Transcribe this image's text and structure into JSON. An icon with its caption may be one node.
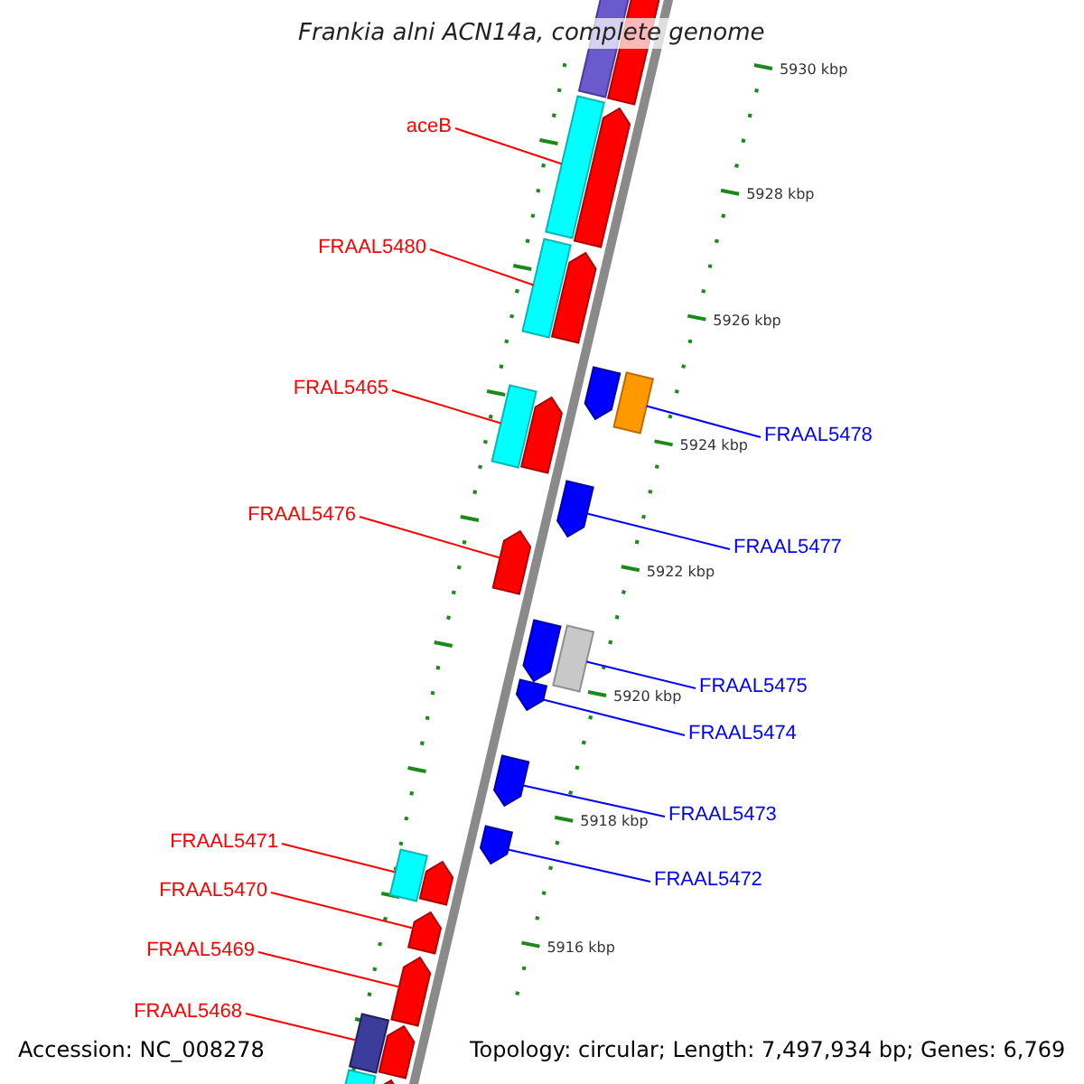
{
  "diagram": {
    "title": "Frankia alni ACN14a, complete genome",
    "nodes": [
      {
        "text": [
          "aceB"
        ]
      },
      {
        "text": [
          "FRAAL5480"
        ]
      },
      {
        "text": [
          "FRAL5465"
        ]
      },
      {
        "text": [
          "FRAAL5476"
        ]
      },
      {
        "text": [
          "FRAAL5471"
        ]
      },
      {
        "text": [
          "FRAAL5470"
        ]
      },
      {
        "text": [
          "FRAAL5469"
        ]
      },
      {
        "text": [
          "FRAAL5468"
        ]
      },
      {
        "text": [
          "FRAAL5478"
        ]
      },
      {
        "text": [
          "FRAAL5477"
        ]
      },
      {
        "text": [
          "FRAAL5475"
        ]
      },
      {
        "text": [
          "FRAAL5474"
        ]
      },
      {
        "text": [
          "FRAAL5473"
        ]
      },
      {
        "text": [
          "FRAAL5472"
        ]
      },
      {
        "text": [],
        "shape": "box"
      },
      {
        "text": [],
        "shape": "box"
      },
      {
        "text": [],
        "shape": "box"
      },
      {
        "text": [],
        "shape": "box"
      },
      {
        "text": [],
        "shape": "box"
      },
      {
        "text": [],
        "shape": "box"
      },
      {
        "text": [],
        "shape": "box"
      },
      {
        "text": [],
        "shape": "box"
      },
      {
        "text": [],
        "shape": "box"
      },
      {
        "text": [],
        "shape": "box"
      },
      {
        "text": [],
        "shape": "box"
      },
      {
        "text": [],
        "shape": "box"
      },
      {
        "text": [],
        "shape": "box"
      },
      {
        "text": [],
        "shape": "box"
      },
      {
        "text": [],
        "shape": "box"
      },
      {
        "text": [],
        "shape": "box"
      },
      {
        "text": [],
        "shape": "box"
      },
      {
        "text": [],
        "shape": "box"
      },
      {
        "text": [],
        "shape": "box"
      },
      {
        "text": [],
        "shape": "box"
      },
      {
        "text": [],
        "shape": "box"
      },
      {
        "text": [],
        "shape": "box"
      },
      {
        "text": [],
        "shape": "box"
      },
      {
        "text": [],
        "shape": "box"
      },
      {
        "text": [],
        "shape": "box"
      }
    ],
    "edges": [
      {
        "from": 0,
        "to": 14,
        "arrow": "none"
      },
      {
        "from": 1,
        "to": 15,
        "arrow": "none"
      },
      {
        "from": 2,
        "to": 16,
        "arrow": "none"
      },
      {
        "from": 3,
        "to": 17,
        "arrow": "none"
      },
      {
        "from": 4,
        "to": 18,
        "arrow": "none"
      },
      {
        "from": 5,
        "to": 19,
        "arrow": "none"
      },
      {
        "from": 6,
        "to": 20,
        "arrow": "none"
      },
      {
        "from": 7,
        "to": 21,
        "arrow": "none"
      },
      {
        "from": 8,
        "to": 22,
        "arrow": "none",
        "color": "#0000ff"
      },
      {
        "from": 9,
        "to": 23,
        "arrow": "none",
        "color": "#0000ff"
      },
      {
        "from": 10,
        "to": 24,
        "arrow": "none",
        "color": "#0000ff"
      },
      {
        "from": 11,
        "to": 25,
        "arrow": "none",
        "color": "#0000ff"
      },
      {
        "from": 12,
        "to": 26,
        "arrow": "none",
        "color": "#0000ff"
      },
      {
        "from": 13,
        "to": 27,
        "arrow": "none",
        "color": "#0000ff"
      }
    ],
    "labels": [
      "5930 kbp",
      "5928 kbp",
      "5926 kbp",
      "5924 kbp",
      "5922 kbp",
      "5920 kbp",
      "5918 kbp",
      "5916 kbp",
      "Accession: NC_008278",
      "Topology: circular; Length: 7,497,934 bp; Genes: 6,769"
    ]
  }
}
